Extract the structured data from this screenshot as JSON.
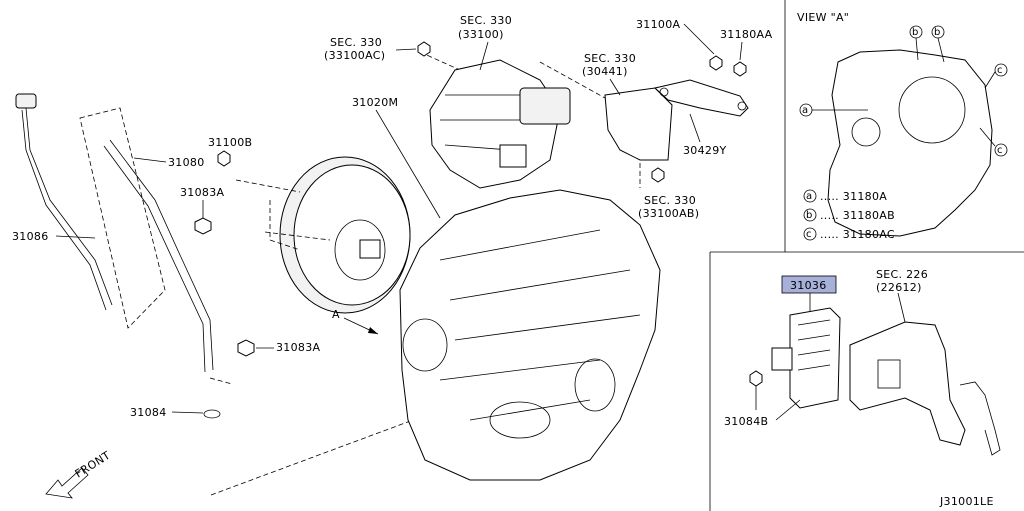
{
  "main_view": {
    "labels": {
      "sec330_33100": [
        "SEC. 330",
        "(33100)"
      ],
      "sec330_33100ac": [
        "SEC. 330",
        "(33100AC)"
      ],
      "p31100a": "31100A",
      "p31180aa": "31180AA",
      "sec330_30441": [
        "SEC. 330",
        "(30441)"
      ],
      "p31020m": "31020M",
      "p31100b": "31100B",
      "p31080": "31080",
      "p31083a_top": "31083A",
      "p31086": "31086",
      "p30429y": "30429Y",
      "sec330_33100ab": [
        "SEC. 330",
        "(33100AB)"
      ],
      "view_marker": "A",
      "p31083a_bottom": "31083A",
      "p31084": "31084",
      "front": "FRONT"
    }
  },
  "view_a": {
    "title": "VIEW \"A\"",
    "legend": [
      {
        "symbol": "a",
        "text": "..... 31180A"
      },
      {
        "symbol": "b",
        "text": "..... 31180AB"
      },
      {
        "symbol": "c",
        "text": "..... 31180AC"
      }
    ]
  },
  "inset": {
    "highlight_label": "31036",
    "highlight_color": "#a7b0d8",
    "sec226": [
      "SEC. 226",
      "(22612)"
    ],
    "p31084b": "31084B"
  },
  "diagram_code": "J31001LE"
}
